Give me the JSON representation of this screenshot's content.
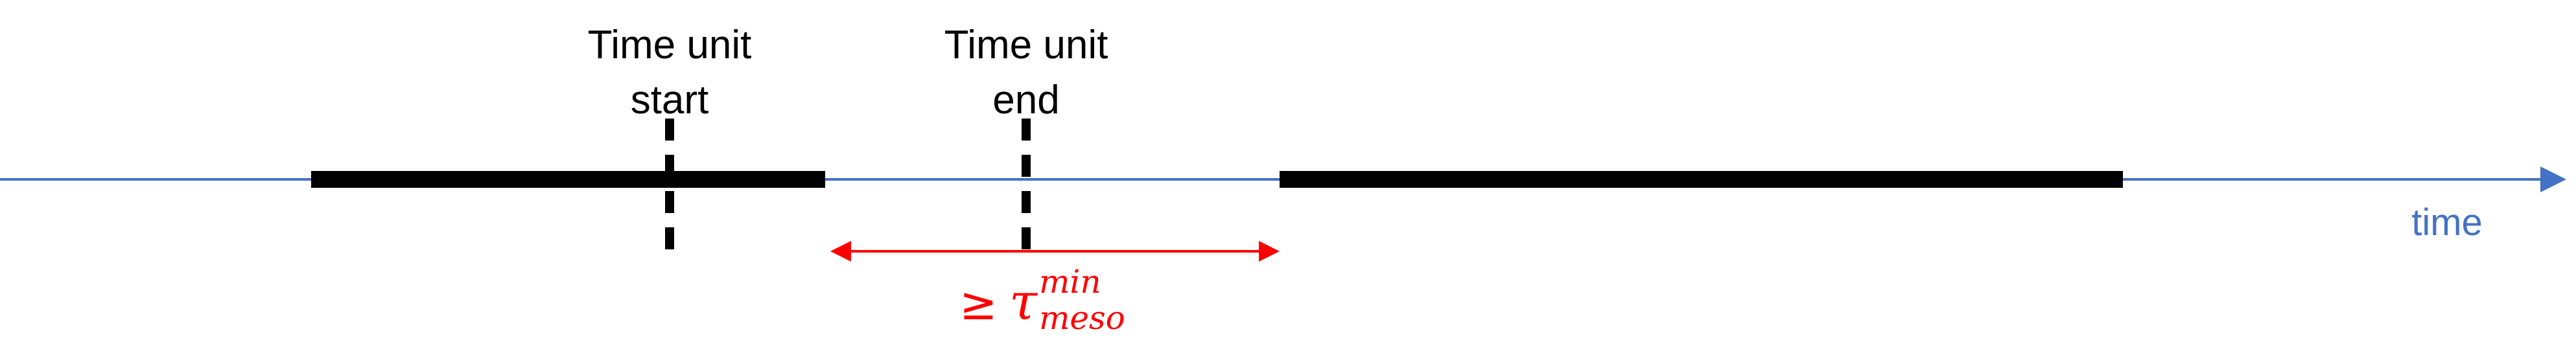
{
  "diagram": {
    "axis": {
      "label": "time"
    },
    "markers": {
      "start": {
        "line1": "Time unit",
        "line2": "start"
      },
      "end": {
        "line1": "Time unit",
        "line2": "end"
      }
    },
    "gap_annotation": {
      "relation": "≥",
      "symbol": "τ",
      "superscript": "min",
      "subscript": "meso"
    },
    "colors": {
      "axis": "#4472C4",
      "segments": "#000000",
      "annotation": "#FF0000"
    }
  }
}
